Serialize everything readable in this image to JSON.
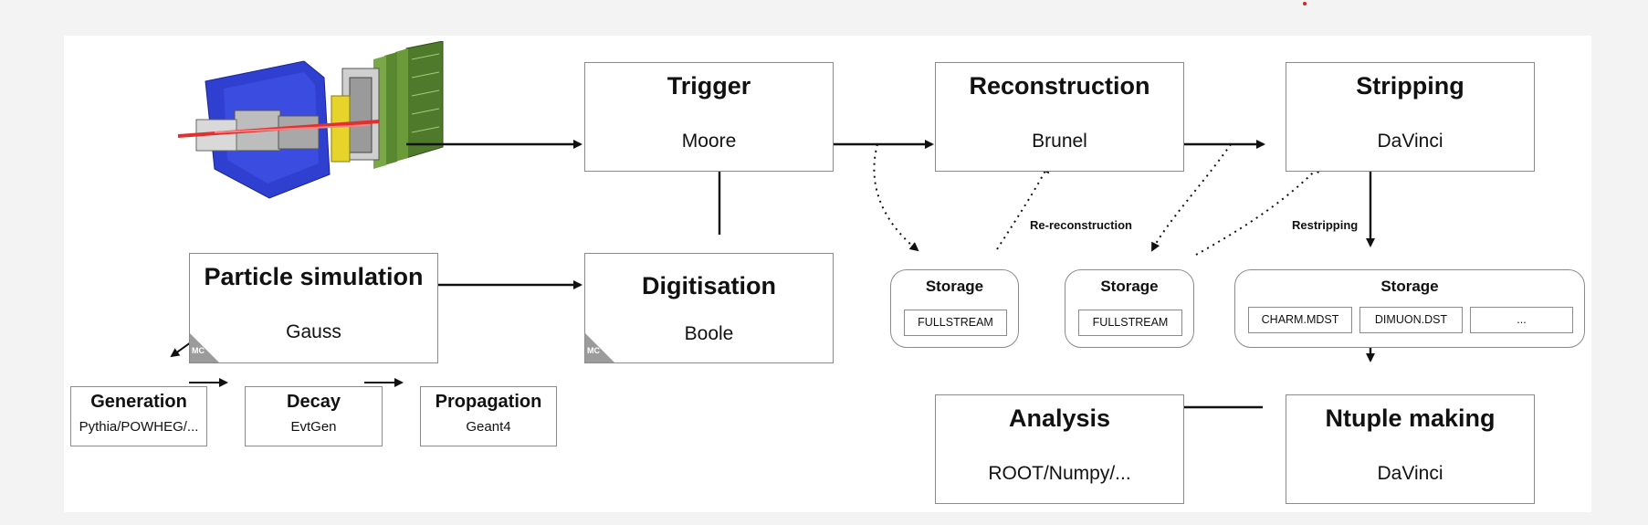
{
  "nodes": {
    "trigger": {
      "title": "Trigger",
      "sub": "Moore"
    },
    "reconstruction": {
      "title": "Reconstruction",
      "sub": "Brunel"
    },
    "stripping": {
      "title": "Stripping",
      "sub": "DaVinci"
    },
    "particle_simulation": {
      "title": "Particle simulation",
      "sub": "Gauss"
    },
    "digitisation": {
      "title": "Digitisation",
      "sub": "Boole"
    },
    "generation": {
      "title": "Generation",
      "sub": "Pythia/POWHEG/..."
    },
    "decay": {
      "title": "Decay",
      "sub": "EvtGen"
    },
    "propagation": {
      "title": "Propagation",
      "sub": "Geant4"
    },
    "analysis": {
      "title": "Analysis",
      "sub": "ROOT/Numpy/..."
    },
    "ntuple_making": {
      "title": "Ntuple making",
      "sub": "DaVinci"
    }
  },
  "mc_badge": "MC",
  "storage": {
    "reco": {
      "title": "Storage",
      "streams": [
        "FULLSTREAM"
      ]
    },
    "strip_in": {
      "title": "Storage",
      "streams": [
        "FULLSTREAM"
      ]
    },
    "strip_out": {
      "title": "Storage",
      "streams": [
        "CHARM.MDST",
        "DIMUON.DST",
        "..."
      ]
    }
  },
  "edge_labels": {
    "rereco": "Re-reconstruction",
    "restripping": "Restripping"
  },
  "detector_image": "LHCb detector illustration",
  "colors": {
    "detector_blue": "#2f3fd0",
    "detector_green": "#4f7a2c",
    "detector_yellow": "#e6d42a",
    "beam_red": "#e03030"
  }
}
